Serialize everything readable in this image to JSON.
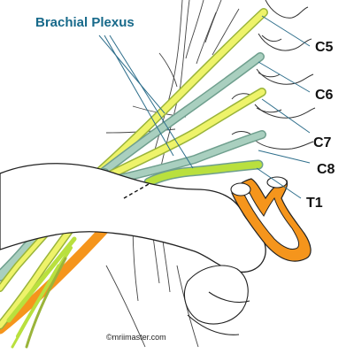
{
  "title": "Brachial Plexus",
  "root_labels": [
    "C5",
    "C6",
    "C7",
    "C8",
    "T1"
  ],
  "credit": "©mriimaster.com",
  "colors": {
    "title": "#17698a",
    "nerve_fill": "#eef36a",
    "nerve_edge": "#9ab43a",
    "trunk_fill": "#a9cfbf",
    "trunk_edge": "#6f9f8e",
    "lower_trunk": "#b9e03e",
    "artery": "#f5951c",
    "outline": "#222222",
    "pointer_line": "#2f6f8c",
    "label": "#111111"
  }
}
